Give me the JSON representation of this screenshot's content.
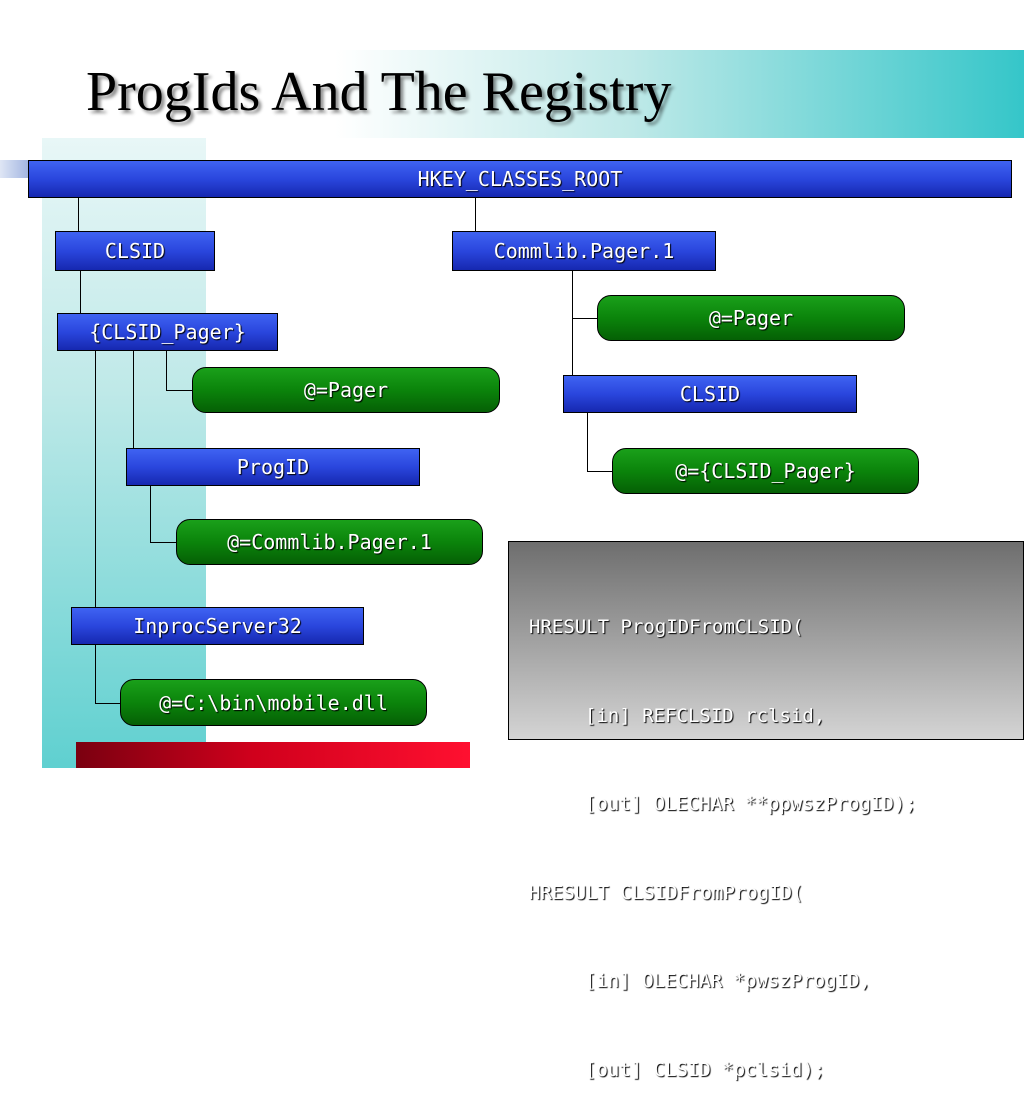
{
  "slide": {
    "title": "ProgIds And The Registry"
  },
  "tree": {
    "root": "HKEY_CLASSES_ROOT",
    "clsid_key": "CLSID",
    "clsid_pager_key": "{CLSID_Pager}",
    "clsid_pager_default": "@=Pager",
    "progid_key": "ProgID",
    "progid_default": "@=Commlib.Pager.1",
    "inproc_key": "InprocServer32",
    "inproc_default": "@=C:\\bin\\mobile.dll",
    "commlib_key": "Commlib.Pager.1",
    "commlib_default": "@=Pager",
    "commlib_clsid_key": "CLSID",
    "commlib_clsid_default": "@={CLSID_Pager}"
  },
  "code": {
    "lines": [
      "HRESULT ProgIDFromCLSID(",
      "[in] REFCLSID rclsid,",
      "[out] OLECHAR **ppwszProgID);",
      "HRESULT CLSIDFromProgID(",
      "[in] OLECHAR *pwszProgID,",
      "[out] CLSID *pclsid);"
    ]
  },
  "colors": {
    "key_blue": "#2a46dd",
    "value_green": "#0b840b",
    "accent_teal": "#35c6c9",
    "accent_red": "#d0001c"
  }
}
